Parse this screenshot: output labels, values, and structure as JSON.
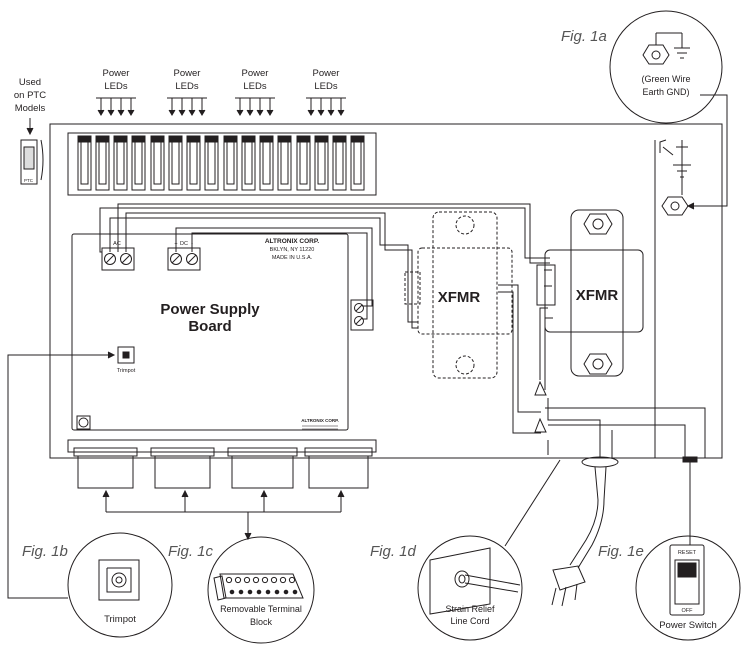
{
  "top": {
    "power_leds": [
      "Power\nLEDs",
      "Power\nLEDs",
      "Power\nLEDs",
      "Power\nLEDs"
    ],
    "used_on_ptc": "Used\non PTC\nModels",
    "ptc_label": "PTC"
  },
  "board": {
    "company": "ALTRONIX CORP.",
    "address": "BKLYN, NY 11220",
    "made_in": "MADE IN U.S.A.",
    "ac_label": "AC",
    "dc_label": "DC",
    "plus": "+",
    "minus": "-",
    "title": "Power Supply\nBoard",
    "trimpot_label": "Trimpot",
    "small_company": "ALTRONIX CORP."
  },
  "transformers": [
    "XFMR",
    "XFMR"
  ],
  "figures": {
    "fig_1a": {
      "label": "Fig. 1a",
      "caption": "(Green Wire\nEarth GND)"
    },
    "fig_1b": {
      "label": "Fig. 1b",
      "caption": "Trimpot"
    },
    "fig_1c": {
      "label": "Fig. 1c",
      "caption": "Removable Terminal\nBlock"
    },
    "fig_1d": {
      "label": "Fig. 1d",
      "caption": "Strain Relief\nLine Cord"
    },
    "fig_1e": {
      "label": "Fig. 1e",
      "caption": "Power Switch",
      "reset": "RESET",
      "off": "OFF"
    }
  }
}
